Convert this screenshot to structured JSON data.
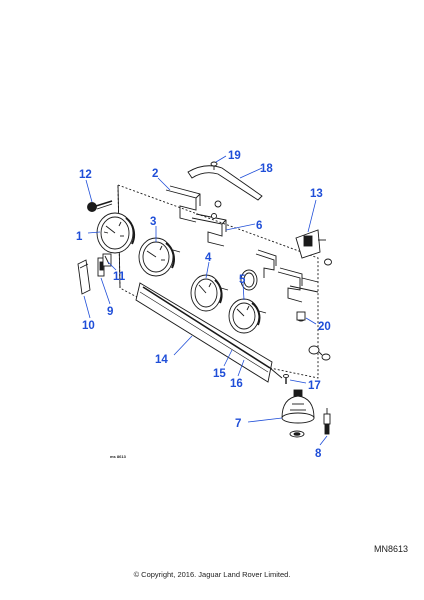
{
  "callouts": [
    {
      "id": "1",
      "label": "1"
    },
    {
      "id": "2",
      "label": "2"
    },
    {
      "id": "3",
      "label": "3"
    },
    {
      "id": "4",
      "label": "4"
    },
    {
      "id": "5",
      "label": "5"
    },
    {
      "id": "6",
      "label": "6"
    },
    {
      "id": "7",
      "label": "7"
    },
    {
      "id": "8",
      "label": "8"
    },
    {
      "id": "9",
      "label": "9"
    },
    {
      "id": "10",
      "label": "10"
    },
    {
      "id": "11",
      "label": "11"
    },
    {
      "id": "12",
      "label": "12"
    },
    {
      "id": "13",
      "label": "13"
    },
    {
      "id": "14",
      "label": "14"
    },
    {
      "id": "15",
      "label": "15"
    },
    {
      "id": "16",
      "label": "16"
    },
    {
      "id": "17",
      "label": "17"
    },
    {
      "id": "18",
      "label": "18"
    },
    {
      "id": "19",
      "label": "19"
    },
    {
      "id": "20",
      "label": "20"
    }
  ],
  "diagram_tag": "ms 8613",
  "reference_code": "MN8613",
  "copyright": "© Copyright, 2016. Jaguar Land Rover Limited.",
  "colors": {
    "callout_text": "#1f4ed8",
    "leader_line": "#1f4ed8",
    "drawing_line": "#1a1a1a",
    "background": "#ffffff"
  }
}
